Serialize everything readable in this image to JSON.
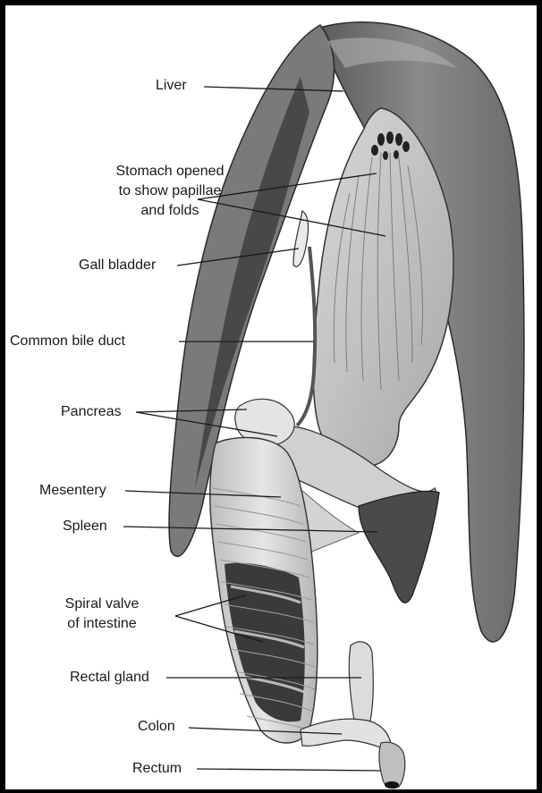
{
  "labels": {
    "liver": "Liver",
    "stomach_1": "Stomach opened",
    "stomach_2": "to show papillae",
    "stomach_3": "and folds",
    "gall_bladder": "Gall bladder",
    "common_bile_duct": "Common bile duct",
    "pancreas": "Pancreas",
    "mesentery": "Mesentery",
    "spleen": "Spleen",
    "spiral_valve_1": "Spiral valve",
    "spiral_valve_2": "of intestine",
    "rectal_gland": "Rectal gland",
    "colon": "Colon",
    "rectum": "Rectum"
  }
}
